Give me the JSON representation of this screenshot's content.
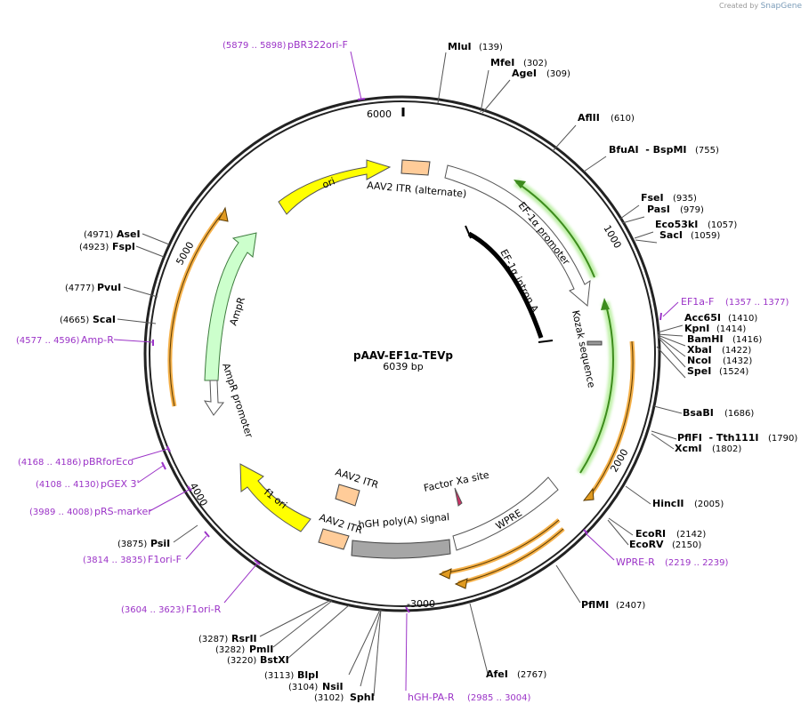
{
  "credit": {
    "prefix": "Created by",
    "brand": "SnapGene"
  },
  "plasmid": {
    "name": "pAAV-EF1α-TEVp",
    "size_label": "6039 bp"
  },
  "ticks": [
    "1000",
    "2000",
    "-3000",
    "4000",
    "5000",
    "6000"
  ],
  "features": [
    {
      "id": "ori",
      "label": "ori",
      "color": "#ffff00"
    },
    {
      "id": "aav2-itr-alt",
      "label": "AAV2 ITR (alternate)",
      "color": "#ffcc99"
    },
    {
      "id": "ef1a-promoter",
      "label": "EF-1α promoter",
      "color": "#ffffff"
    },
    {
      "id": "ef1a-intron",
      "label": "EF-1α intron A",
      "color": "#000000"
    },
    {
      "id": "kozak",
      "label": "Kozak sequence",
      "color": "#999999"
    },
    {
      "id": "wpre",
      "label": "WPRE",
      "color": "#ffffff"
    },
    {
      "id": "factor-xa",
      "label": "Factor Xa site",
      "color": "#cc3366"
    },
    {
      "id": "hgh-polya",
      "label": "hGH poly(A) signal",
      "color": "#a6a6a6"
    },
    {
      "id": "aav2-itr-inner",
      "label": "AAV2 ITR",
      "color": "#ffcc99"
    },
    {
      "id": "aav2-itr-outer",
      "label": "AAV2 ITR",
      "color": "#ffcc99"
    },
    {
      "id": "f1-ori",
      "label": "f1 ori",
      "color": "#ffff00"
    },
    {
      "id": "ampr",
      "label": "AmpR",
      "color": "#ccffcc"
    },
    {
      "id": "ampr-promoter",
      "label": "AmpR promoter",
      "color": "#ffffff"
    }
  ],
  "enzymes": [
    {
      "name": "MluI",
      "pos": "(139)"
    },
    {
      "name": "MfeI",
      "pos": "(302)"
    },
    {
      "name": "AgeI",
      "pos": "(309)"
    },
    {
      "name": "AflII",
      "pos": "(610)"
    },
    {
      "name": "BfuAI  - BspMI",
      "pos": "(755)"
    },
    {
      "name": "FseI",
      "pos": "(935)"
    },
    {
      "name": "PasI",
      "pos": "(979)"
    },
    {
      "name": "Eco53kI",
      "pos": "(1057)"
    },
    {
      "name": "SacI",
      "pos": "(1059)"
    },
    {
      "name": "Acc65I",
      "pos": "(1410)"
    },
    {
      "name": "KpnI",
      "pos": "(1414)"
    },
    {
      "name": "BamHI",
      "pos": "(1416)"
    },
    {
      "name": "XbaI",
      "pos": "(1422)"
    },
    {
      "name": "NcoI",
      "pos": "(1432)"
    },
    {
      "name": "SpeI",
      "pos": "(1524)"
    },
    {
      "name": "BsaBI",
      "pos": "(1686)"
    },
    {
      "name": "PflFI  - Tth111I",
      "pos": "(1790)"
    },
    {
      "name": "XcmI",
      "pos": "(1802)"
    },
    {
      "name": "HincII",
      "pos": "(2005)"
    },
    {
      "name": "EcoRI",
      "pos": "(2142)"
    },
    {
      "name": "EcoRV",
      "pos": "(2150)"
    },
    {
      "name": "PflMI",
      "pos": "(2407)"
    },
    {
      "name": "AfeI",
      "pos": "(2767)"
    },
    {
      "name": "SphI",
      "pos": "(3102)"
    },
    {
      "name": "NsiI",
      "pos": "(3104)"
    },
    {
      "name": "BlpI",
      "pos": "(3113)"
    },
    {
      "name": "BstXI",
      "pos": "(3220)"
    },
    {
      "name": "PmlI",
      "pos": "(3282)"
    },
    {
      "name": "RsrII",
      "pos": "(3287)"
    },
    {
      "name": "PsiI",
      "pos": "(3875)"
    },
    {
      "name": "ScaI",
      "pos": "(4665)"
    },
    {
      "name": "PvuI",
      "pos": "(4777)"
    },
    {
      "name": "FspI",
      "pos": "(4923)"
    },
    {
      "name": "AseI",
      "pos": "(4971)"
    }
  ],
  "primers": [
    {
      "name": "pBR322ori-F",
      "pos": "(5879 .. 5898)"
    },
    {
      "name": "EF1a-F",
      "pos": "(1357 .. 1377)"
    },
    {
      "name": "WPRE-R",
      "pos": "(2219 .. 2239)"
    },
    {
      "name": "hGH-PA-R",
      "pos": "(2985 .. 3004)"
    },
    {
      "name": "F1ori-R",
      "pos": "(3604 .. 3623)"
    },
    {
      "name": "F1ori-F",
      "pos": "(3814 .. 3835)"
    },
    {
      "name": "pRS-marker",
      "pos": "(3989 .. 4008)"
    },
    {
      "name": "pGEX 3'",
      "pos": "(4108 .. 4130)"
    },
    {
      "name": "pBRforEco",
      "pos": "(4168 .. 4186)"
    },
    {
      "name": "Amp-R",
      "pos": "(4577 .. 4596)"
    }
  ]
}
